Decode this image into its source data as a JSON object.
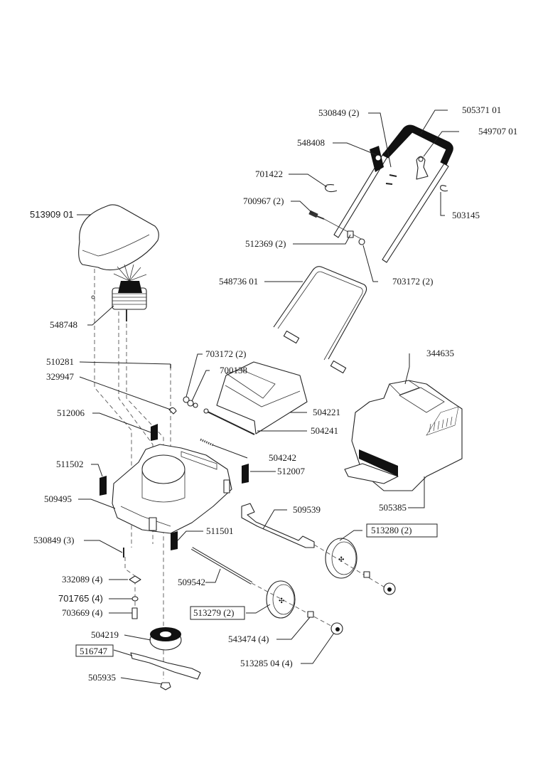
{
  "title": "Lawn mower exploded parts diagram",
  "labels": {
    "p530849_2": "530849 (2)",
    "p505371": "505371 01",
    "p548408": "548408",
    "p549707": "549707 01",
    "p701422": "701422",
    "p700967": "700967 (2)",
    "p503145": "503145",
    "p513909": "513909 01",
    "p512369": "512369 (2)",
    "p703172_top": "703172 (2)",
    "p548736": "548736 01",
    "p548748": "548748",
    "p510281": "510281",
    "p703172_mid": "703172 (2)",
    "p344635": "344635",
    "p700138": "700138",
    "p329947": "329947",
    "p504221": "504221",
    "p512006": "512006",
    "p504241": "504241",
    "p504242": "504242",
    "p511502": "511502",
    "p512007": "512007",
    "p509495": "509495",
    "p505385": "505385",
    "p509539": "509539",
    "p513280": "513280 (2)",
    "p530849_3": "530849 (3)",
    "p511501": "511501",
    "p332089": "332089 (4)",
    "p509542": "509542",
    "p701765": "701765 (4)",
    "p703669": "703669 (4)",
    "p513279": "513279 (2)",
    "p504219": "504219",
    "p543474": "543474 (4)",
    "p516747": "516747",
    "p513285": "513285 04 (4)",
    "p505935": "505935"
  }
}
